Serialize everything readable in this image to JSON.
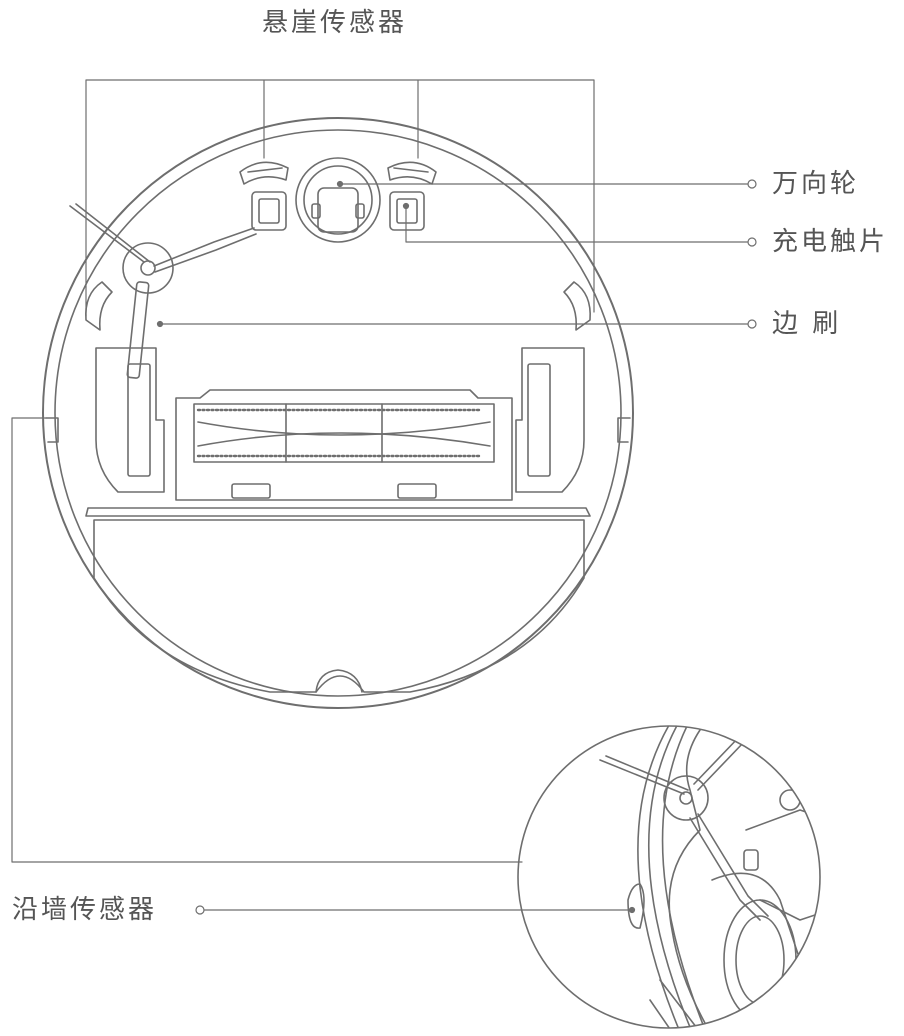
{
  "labels": {
    "cliff_sensor": "悬崖传感器",
    "caster_wheel": "万向轮",
    "charging_contacts": "充电触片",
    "side_brush": "边 刷",
    "wall_sensor": "沿墙传感器"
  },
  "colors": {
    "line": "#6e6e6e",
    "label_text": "#555555",
    "background": "#ffffff"
  }
}
